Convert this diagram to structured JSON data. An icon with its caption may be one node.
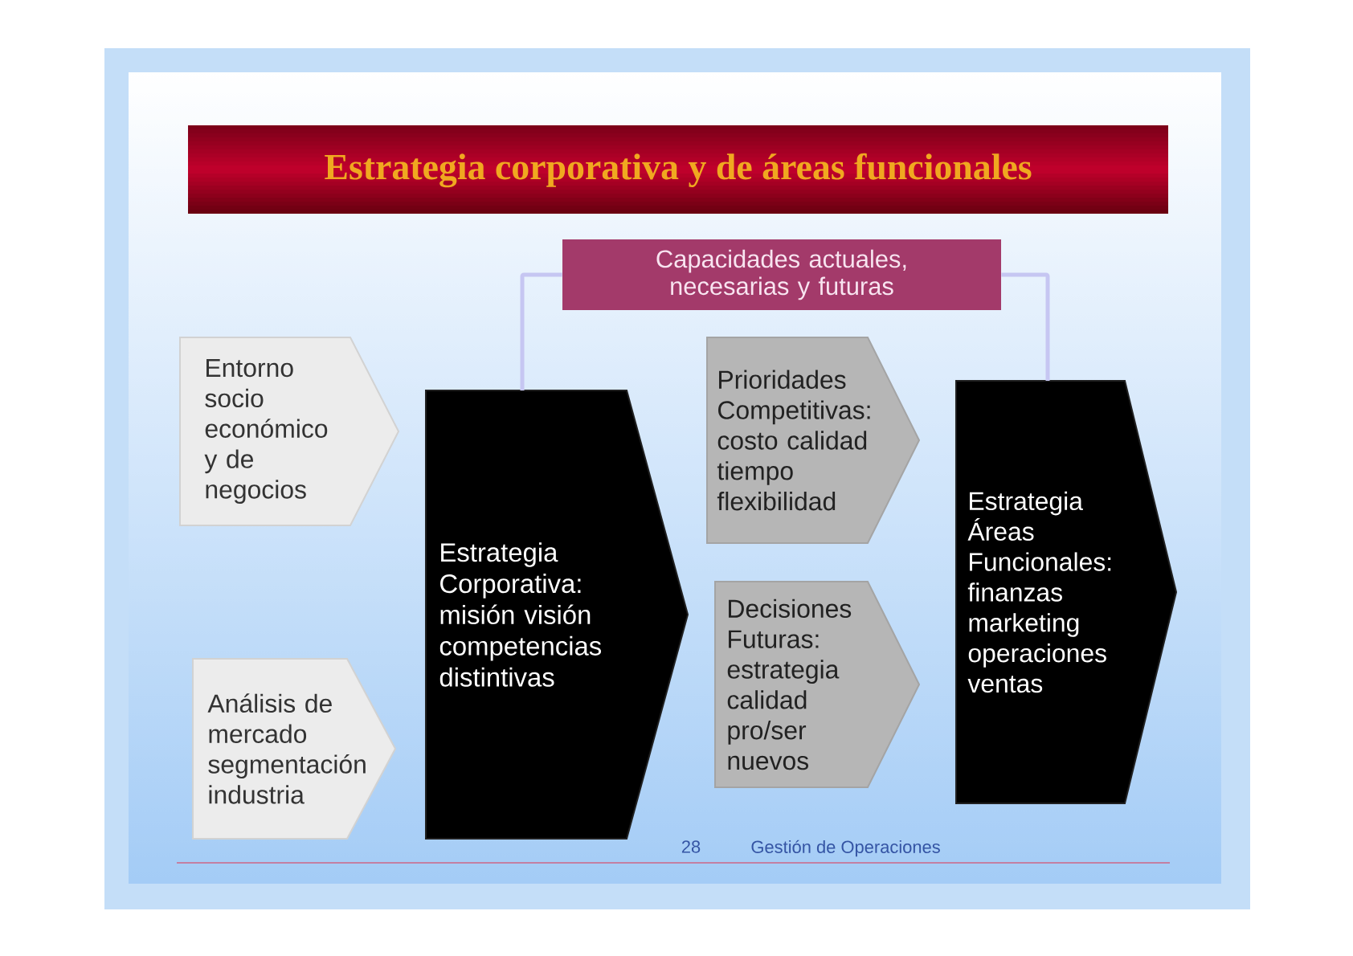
{
  "diagram": {
    "title": "Estrategia corporativa y de áreas funcionales",
    "nodes": [
      {
        "text": [
          "Capacidades actuales, necesarias y futuras"
        ]
      },
      {
        "text": [
          "Entorno socio económico y de negocios"
        ]
      },
      {
        "text": [
          "Análisis de mercado segmentación industria"
        ]
      },
      {
        "text": [
          "Estrategia Corporativa: misión visión competencias distintivas"
        ]
      },
      {
        "text": [
          "Prioridades Competitivas: costo calidad tiempo flexibilidad"
        ]
      },
      {
        "text": [
          "Decisiones Futuras: estrategia calidad pro/ser nuevos"
        ]
      },
      {
        "text": [
          "Estrategia Áreas Funcionales: finanzas marketing operaciones ventas"
        ]
      }
    ],
    "edges": [
      {
        "from": 0,
        "to": 3,
        "arrow": "none"
      },
      {
        "from": 0,
        "to": 6,
        "arrow": "none"
      }
    ],
    "labels": [
      "28",
      "Gestión de Operaciones"
    ]
  }
}
